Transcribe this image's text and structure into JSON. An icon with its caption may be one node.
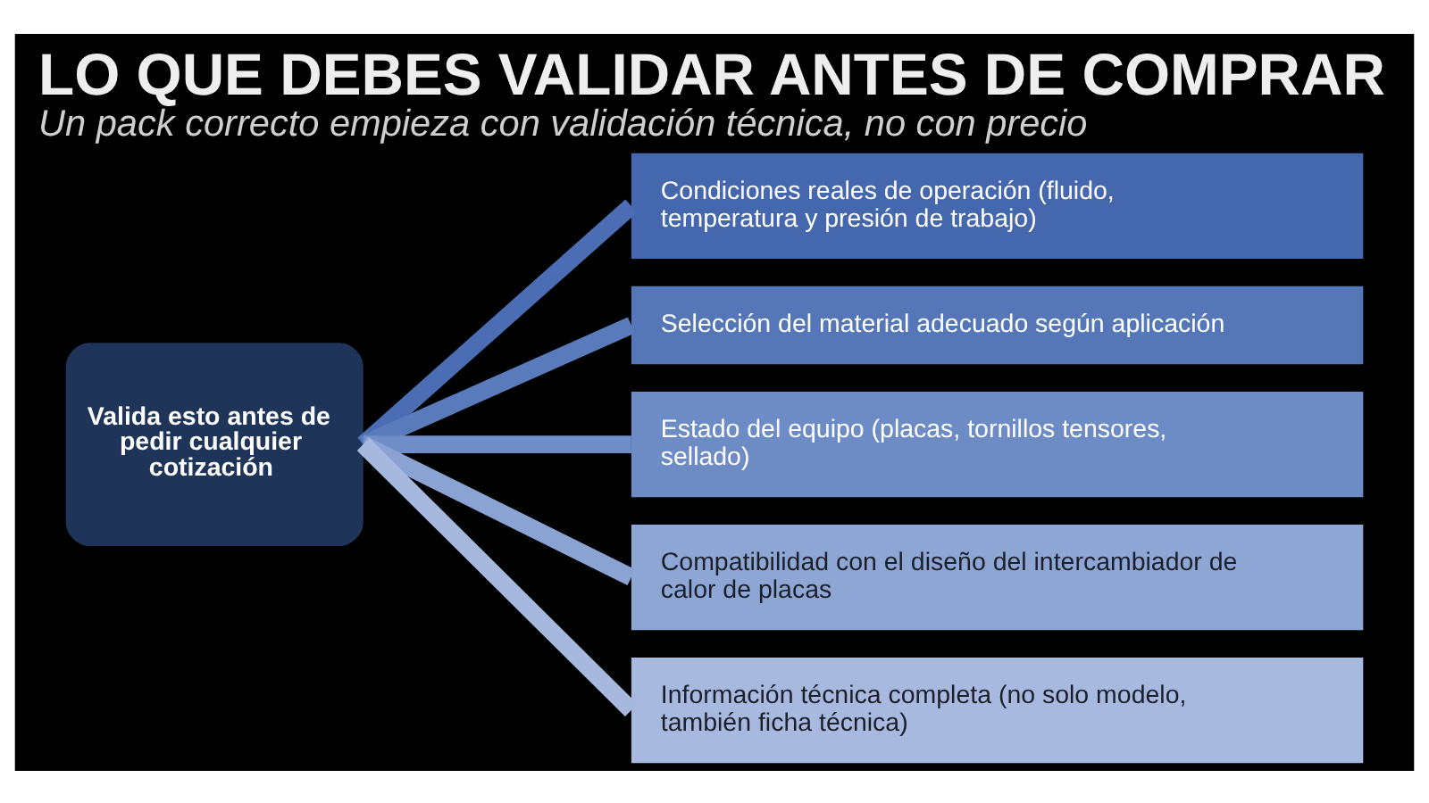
{
  "diagram": {
    "title": "LO QUE DEBES VALIDAR ANTES DE COMPRAR",
    "caption": "Un pack correcto empieza con validación técnica, no con precio",
    "nodes": [
      {
        "text": [
          "Valida esto antes de pedir cualquier cotización"
        ]
      },
      {
        "text": [
          "Condiciones reales de operación (fluido, temperatura y presión de trabajo)"
        ]
      },
      {
        "text": [
          "Selección del material adecuado según aplicación"
        ]
      },
      {
        "text": [
          "Estado del equipo (placas, tornillos tensores, sellado)"
        ]
      },
      {
        "text": [
          "Compatibilidad con el diseño del intercambiador de calor de placas"
        ]
      },
      {
        "text": [
          "Información técnica completa (no solo modelo, también ficha técnica)"
        ]
      }
    ],
    "edges": [
      {
        "from": 0,
        "to": 1,
        "arrow": "none",
        "color": "#4a6db3"
      },
      {
        "from": 0,
        "to": 2,
        "arrow": "none",
        "color": "#5a7bbb"
      },
      {
        "from": 0,
        "to": 3,
        "arrow": "none",
        "color": "#6f8dc6"
      },
      {
        "from": 0,
        "to": 4,
        "arrow": "none",
        "color": "#8ba3d3"
      },
      {
        "from": 0,
        "to": 5,
        "arrow": "none",
        "color": "#a6b8de"
      }
    ]
  }
}
